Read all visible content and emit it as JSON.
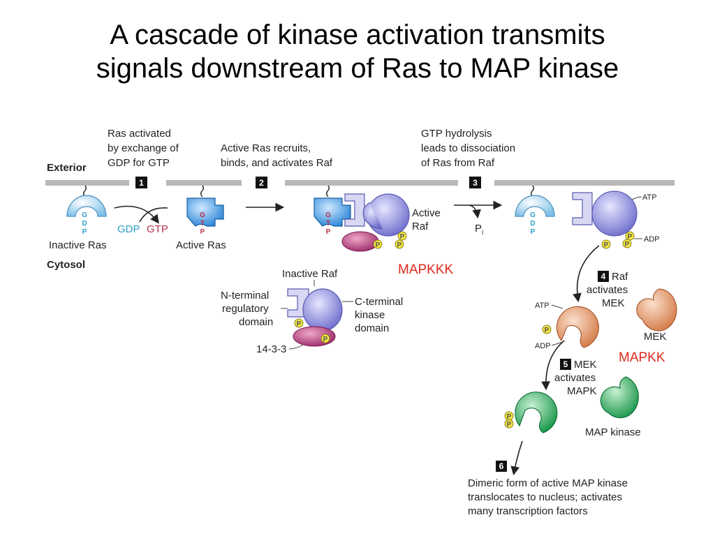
{
  "title": {
    "line1": "A cascade of kinase activation transmits",
    "line2": "signals downstream of Ras to MAP kinase"
  },
  "labels": {
    "exterior": "Exterior",
    "cytosol": "Cytosol",
    "step1_text": [
      "Ras activated",
      "by exchange of",
      "GDP for GTP"
    ],
    "step2_text": [
      "Active Ras recruits,",
      "binds, and activates Raf"
    ],
    "step3_text": [
      "GTP hydrolysis",
      "leads to dissociation",
      "of Ras from Raf"
    ],
    "gdp": "GDP",
    "gtp": "GTP",
    "inactive_ras": "Inactive Ras",
    "active_ras": "Active Ras",
    "active_raf": [
      "Active",
      "Raf"
    ],
    "pi": "P",
    "pi_sub": "i",
    "inactive_raf": "Inactive Raf",
    "n_terminal": [
      "N-terminal",
      "regulatory",
      "domain"
    ],
    "c_terminal": [
      "C-terminal",
      "kinase",
      "domain"
    ],
    "protein_1433": "14-3-3",
    "atp": "ATP",
    "adp": "ADP",
    "step4_text": [
      "Raf",
      "activates",
      "MEK"
    ],
    "mek": "MEK",
    "step5_text": [
      "MEK",
      "activates",
      "MAPK"
    ],
    "map_kinase": "MAP kinase",
    "step6_text": [
      "Dimeric form of active MAP kinase",
      "translocates to nucleus; activates",
      "many transcription factors"
    ],
    "gdp_letters": [
      "G",
      "D",
      "P"
    ],
    "gtp_letters": [
      "G",
      "T",
      "P"
    ],
    "phospho": "P"
  },
  "steps": [
    "1",
    "2",
    "3",
    "4",
    "5",
    "6"
  ],
  "annotations": {
    "mapkkk": "MAPKKK",
    "mapkk": "MAPKK"
  },
  "colors": {
    "ras": "#7fc0e8",
    "raf": "#8f8fe0",
    "mek": "#e08c5e",
    "mapk": "#2fae5a",
    "protein_1433": "#b03a78",
    "phosphate": "#f2e640",
    "membrane": "#b8b8b8",
    "annotation_red": "#e0281c",
    "gdp_text": "#2aa0c8",
    "gtp_text": "#b8304a"
  }
}
